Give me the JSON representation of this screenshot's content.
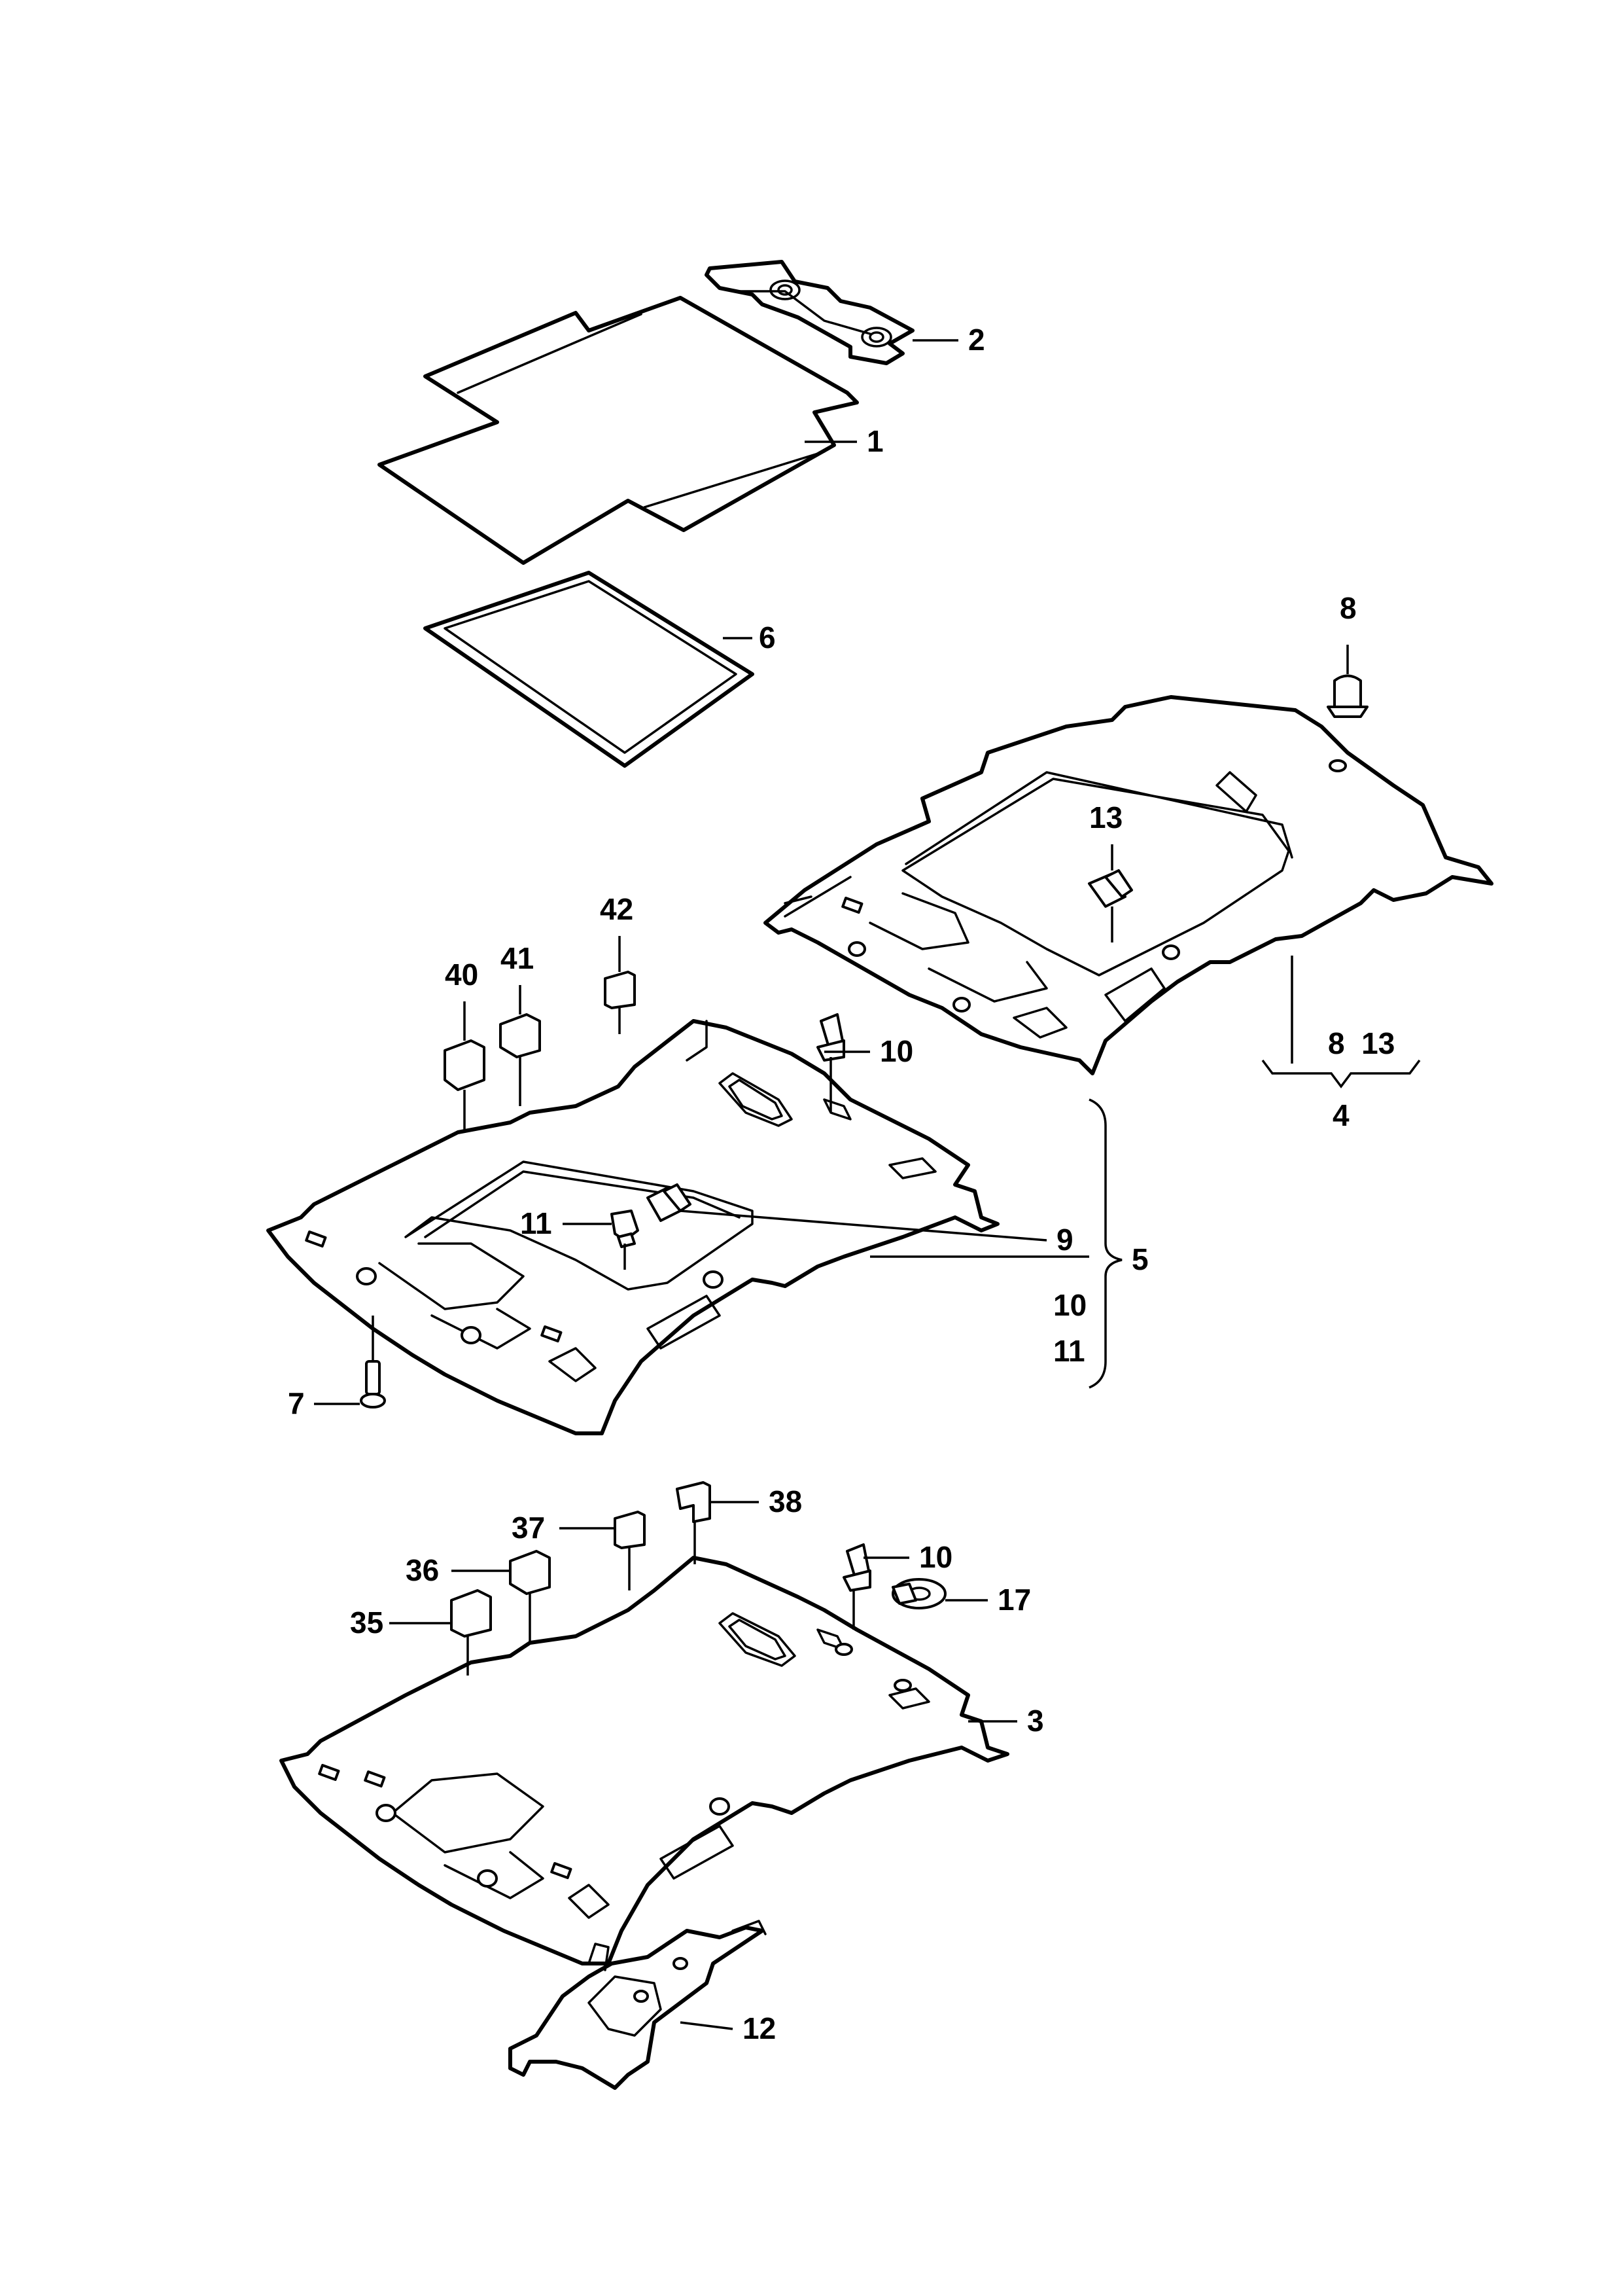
{
  "callouts": {
    "c1": "1",
    "c2": "2",
    "c3": "3",
    "c4": "4",
    "c5": "5",
    "c6": "6",
    "c7": "7",
    "c8": "8",
    "c9": "9",
    "c10a": "10",
    "c10b": "10",
    "c10c": "10",
    "c11a": "11",
    "c11b": "11",
    "c12": "12",
    "c13a": "13",
    "c17": "17",
    "c35": "35",
    "c36": "36",
    "c37": "37",
    "c38": "38",
    "c40": "40",
    "c41": "41",
    "c42": "42",
    "group4_parts": "8  13"
  }
}
